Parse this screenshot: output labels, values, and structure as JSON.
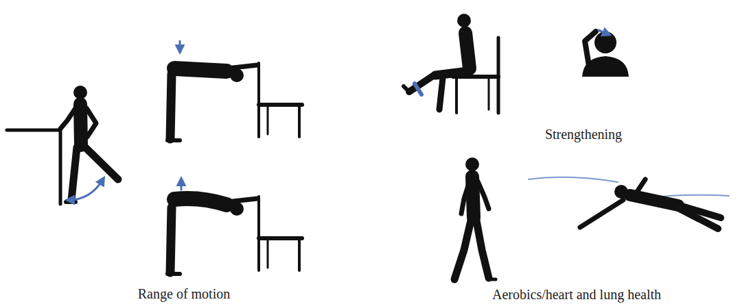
{
  "diagram": {
    "labels": [
      "Range of motion",
      "Strengthening",
      "Aerobics/heart and lung health"
    ]
  }
}
